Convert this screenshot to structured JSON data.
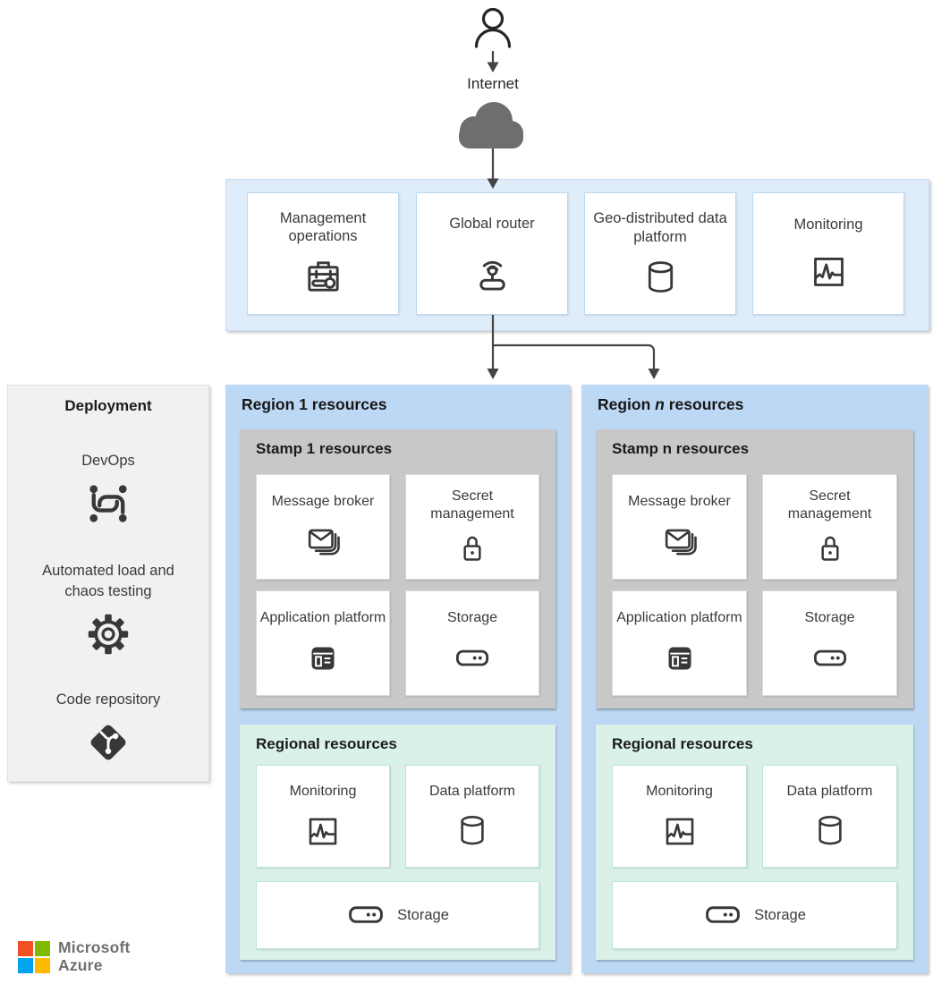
{
  "top": {
    "user_icon": "person-icon",
    "arrow_icon": "arrow-down-icon",
    "internet_label": "Internet",
    "cloud_icon": "cloud-icon"
  },
  "global_band": {
    "cards": [
      {
        "label": "Management operations",
        "icon": "toolbox-icon"
      },
      {
        "label": "Global router",
        "icon": "router-icon"
      },
      {
        "label": "Geo-distributed data platform",
        "icon": "database-icon"
      },
      {
        "label": "Monitoring",
        "icon": "chart-icon"
      }
    ]
  },
  "deployment": {
    "title": "Deployment",
    "items": [
      {
        "label": "DevOps",
        "icon": "devops-icon"
      },
      {
        "label": "Automated load and chaos testing",
        "icon": "gear-icon"
      },
      {
        "label": "Code repository",
        "icon": "git-icon"
      }
    ]
  },
  "regions": [
    {
      "title_prefix": "Region ",
      "title_n": "1",
      "title_suffix": " resources",
      "stamp": {
        "title": "Stamp 1 resources",
        "cards": [
          {
            "label": "Message broker",
            "icon": "envelope-stack-icon"
          },
          {
            "label": "Secret management",
            "icon": "lock-icon"
          },
          {
            "label": "Application platform",
            "icon": "app-window-icon"
          },
          {
            "label": "Storage",
            "icon": "storage-icon"
          }
        ]
      },
      "regional": {
        "title": "Regional resources",
        "cards": [
          {
            "label": "Monitoring",
            "icon": "chart-icon"
          },
          {
            "label": "Data platform",
            "icon": "database-icon"
          }
        ],
        "storage": {
          "label": "Storage",
          "icon": "storage-icon"
        }
      }
    },
    {
      "title_prefix": "Region ",
      "title_n": "n",
      "title_suffix": " resources",
      "stamp": {
        "title": "Stamp n resources",
        "cards": [
          {
            "label": "Message broker",
            "icon": "envelope-stack-icon"
          },
          {
            "label": "Secret management",
            "icon": "lock-icon"
          },
          {
            "label": "Application platform",
            "icon": "app-window-icon"
          },
          {
            "label": "Storage",
            "icon": "storage-icon"
          }
        ]
      },
      "regional": {
        "title": "Regional resources",
        "cards": [
          {
            "label": "Monitoring",
            "icon": "chart-icon"
          },
          {
            "label": "Data platform",
            "icon": "database-icon"
          }
        ],
        "storage": {
          "label": "Storage",
          "icon": "storage-icon"
        }
      }
    }
  ],
  "footer": {
    "brand_line1": "Microsoft",
    "brand_line2": "Azure"
  },
  "colors": {
    "global_band_fill": "#dfedfa",
    "region_fill": "#bdd8f4",
    "stamp_fill": "#c8c8c8",
    "regional_fill": "#d9f1e7",
    "sidebar_fill": "#f1f1f1",
    "icon_stroke": "#383838",
    "connector": "#444444",
    "cloud_fill": "#6e6e6e",
    "ms_red": "#f25022",
    "ms_green": "#7fba00",
    "ms_blue": "#00a4ef",
    "ms_yellow": "#ffb900"
  }
}
